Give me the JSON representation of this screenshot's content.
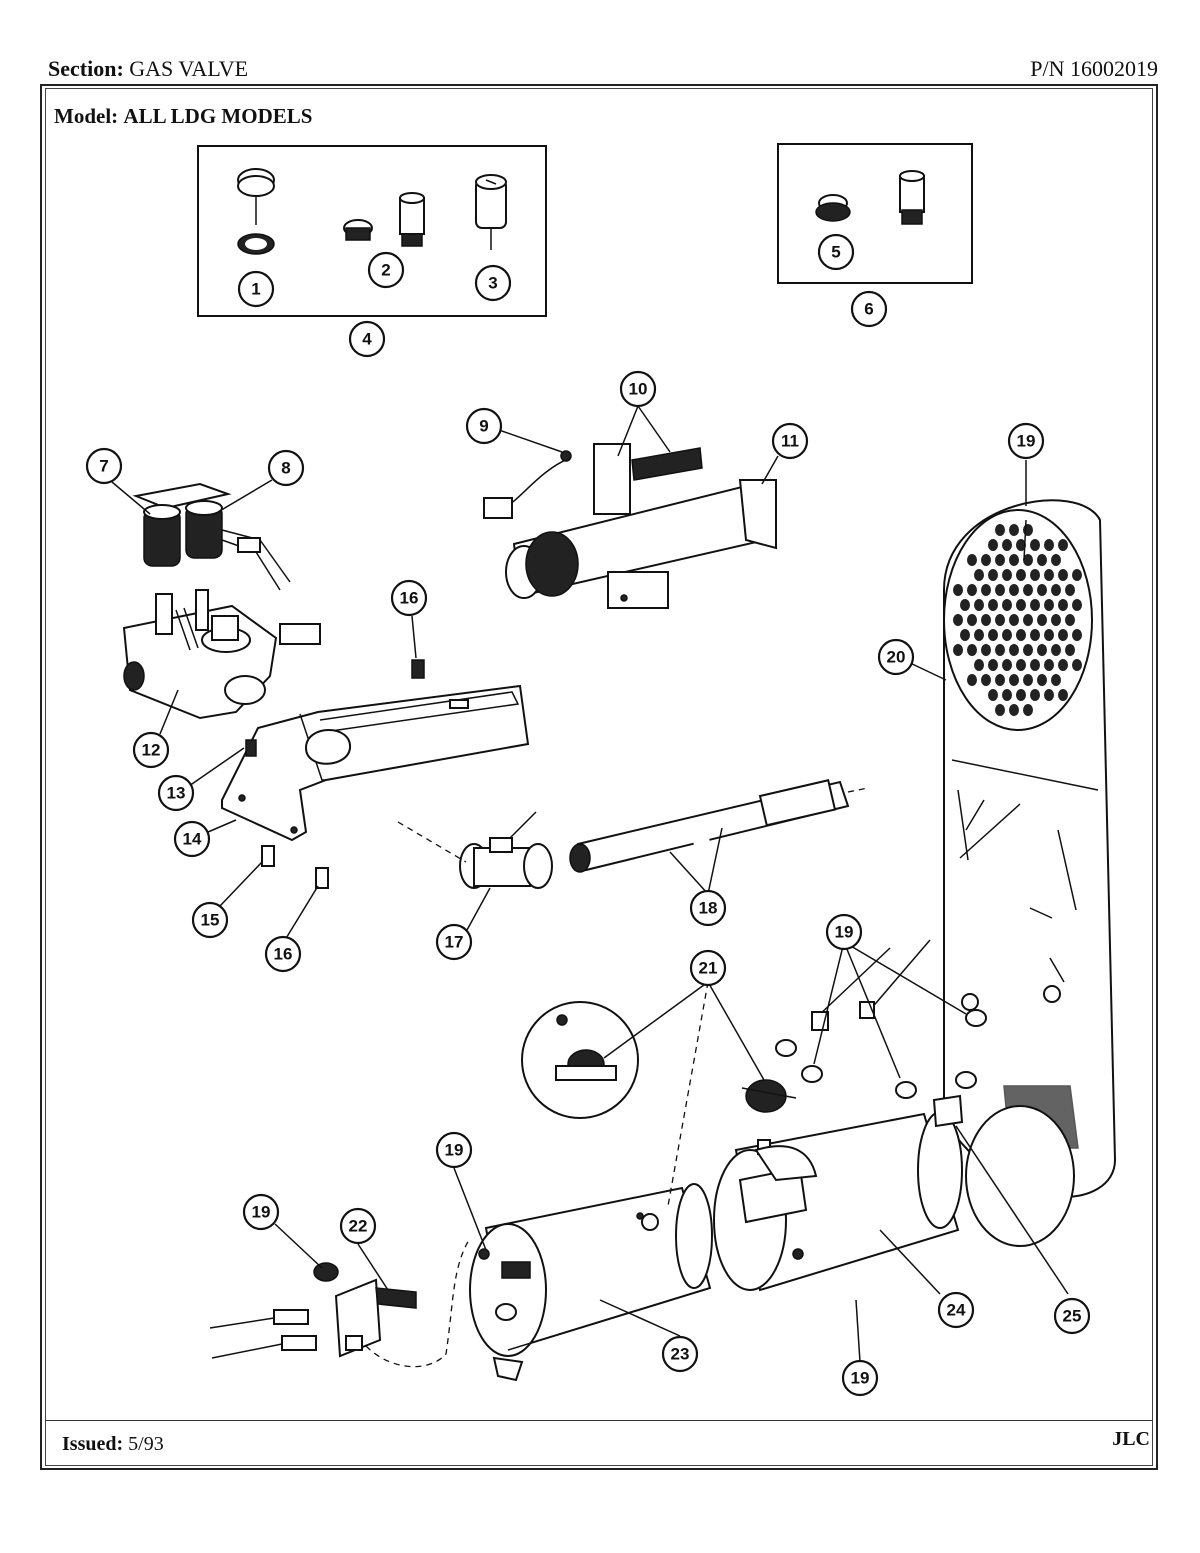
{
  "header": {
    "section_label": "Section:",
    "section_value": "GAS VALVE",
    "part_number": "P/N 16002019"
  },
  "model": {
    "label": "Model:",
    "value": "ALL LDG MODELS"
  },
  "footer": {
    "issued_label": "Issued:",
    "issued_value": "5/93",
    "code": "JLC"
  },
  "callouts": {
    "c1": "1",
    "c2": "2",
    "c3": "3",
    "c4": "4",
    "c5": "5",
    "c6": "6",
    "c7": "7",
    "c8": "8",
    "c9": "9",
    "c10": "10",
    "c11": "11",
    "c12": "12",
    "c13": "13",
    "c14": "14",
    "c15": "15",
    "c16a": "16",
    "c16b": "16",
    "c17": "17",
    "c18": "18",
    "c19a": "19",
    "c19b": "19",
    "c19c": "19",
    "c19d": "19",
    "c19e": "19",
    "c20": "20",
    "c21": "21",
    "c22": "22",
    "c23": "23",
    "c24": "24",
    "c25": "25"
  }
}
